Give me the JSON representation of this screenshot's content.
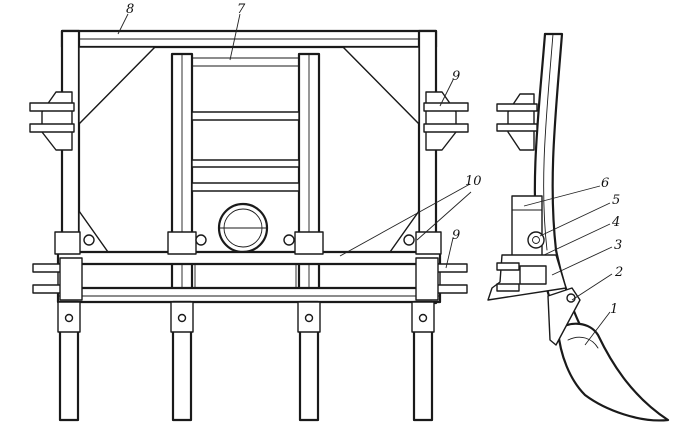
{
  "callouts": [
    {
      "id": "c1",
      "label": "1"
    },
    {
      "id": "c2",
      "label": "2"
    },
    {
      "id": "c3",
      "label": "3"
    },
    {
      "id": "c4",
      "label": "4"
    },
    {
      "id": "c5",
      "label": "5"
    },
    {
      "id": "c6",
      "label": "6"
    },
    {
      "id": "c7",
      "label": "7"
    },
    {
      "id": "c8",
      "label": "8"
    },
    {
      "id": "c9a",
      "label": "9"
    },
    {
      "id": "c9b",
      "label": "9"
    },
    {
      "id": "c10",
      "label": "10"
    }
  ]
}
